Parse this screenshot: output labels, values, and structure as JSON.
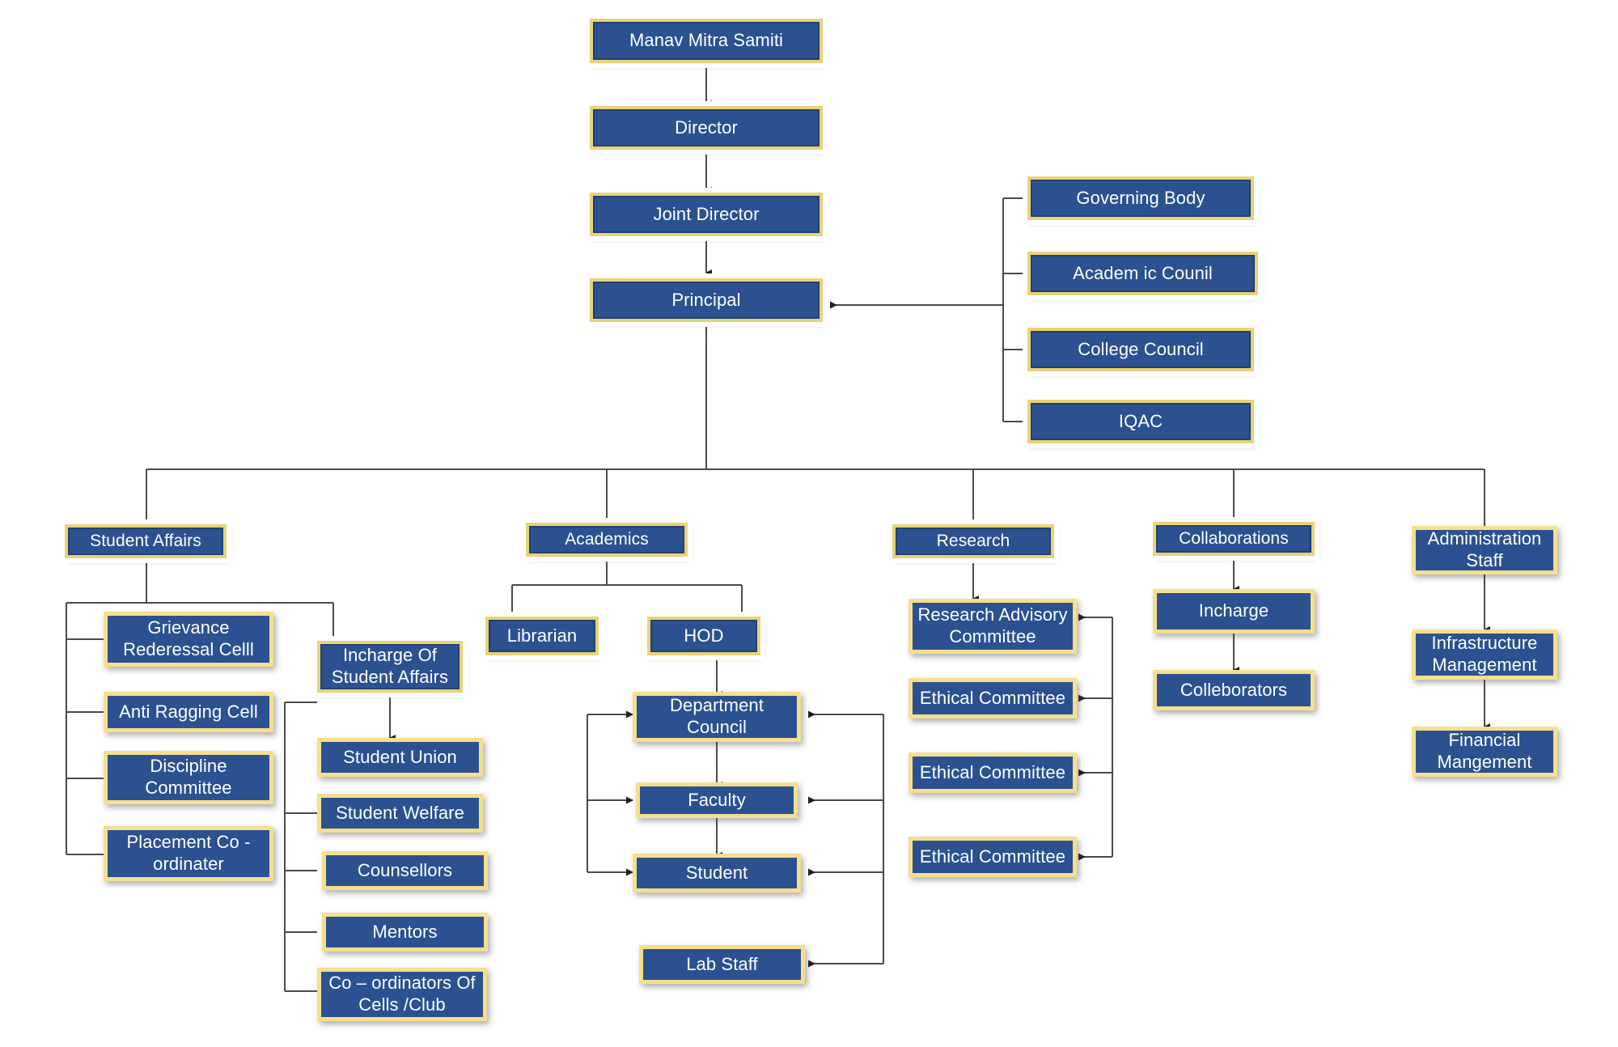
{
  "title": "Organizational Structure Chart",
  "colors": {
    "box_fill": "#2B5190",
    "box_border": "#F5DF8E",
    "box_text": "#FFFFFF",
    "connector": "#404040",
    "background": "#FFFFFF"
  },
  "nodes": {
    "manav_mitra_samiti": "Manav Mitra Samiti",
    "director": "Director",
    "joint_director": "Joint Director",
    "principal": "Principal",
    "governing_body": "Governing Body",
    "academic_counil": "Academ ic Counil",
    "college_council": "College Council",
    "iqac": "IQAC",
    "student_affairs": "Student Affairs",
    "academics": "Academics",
    "research": "Research",
    "collaborations": "Collaborations",
    "administration_staff": "Administration\nStaff",
    "grievance_rederessal_celll": "Grievance\nRederessal Celll",
    "anti_ragging_cell": "Anti Ragging Cell",
    "discipline_committee": "Discipline\nCommittee",
    "placement_coordinater": "Placement Co -\nordinater",
    "incharge_of_student_affairs": "Incharge Of\nStudent Affairs",
    "student_union": "Student Union",
    "student_welfare": "Student Welfare",
    "counsellors": "Counsellors",
    "mentors": "Mentors",
    "coordinators_of_cells_club": "Co – ordinators Of\nCells /Club",
    "librarian": "Librarian",
    "hod": "HOD",
    "department_council": "Department\nCouncil",
    "faculty": "Faculty",
    "student": "Student",
    "lab_staff": "Lab Staff",
    "research_advisory_committee": "Research Advisory\nCommittee",
    "ethical_committee_1": "Ethical Committee",
    "ethical_committee_2": "Ethical Committee",
    "ethical_committee_3": "Ethical Committee",
    "incharge": "Incharge",
    "colleborators": "Colleborators",
    "infrastructure_management": "Infrastructure\nManagement",
    "financial_mangement": "Financial\nMangement"
  },
  "chart_data": {
    "type": "diagram",
    "diagram_kind": "organization-chart",
    "title": "Organizational Structure Chart",
    "levels": [
      {
        "level": 1,
        "nodes": [
          "Manav Mitra Samiti"
        ]
      },
      {
        "level": 2,
        "nodes": [
          "Director"
        ]
      },
      {
        "level": 3,
        "nodes": [
          "Joint Director"
        ]
      },
      {
        "level": 4,
        "nodes": [
          "Principal"
        ]
      },
      {
        "level": 5,
        "nodes": [
          "Student Affairs",
          "Academics",
          "Research",
          "Collaborations",
          "Administration Staff"
        ]
      }
    ],
    "advisory_to_principal": [
      "Governing Body",
      "Academ ic Counil",
      "College Council",
      "IQAC"
    ],
    "edges": [
      {
        "from": "Manav Mitra Samiti",
        "to": "Director",
        "style": "arrow-down"
      },
      {
        "from": "Director",
        "to": "Joint Director",
        "style": "arrow-down"
      },
      {
        "from": "Joint Director",
        "to": "Principal",
        "style": "arrow-down"
      },
      {
        "from": "Governing Body",
        "to": "Principal",
        "style": "arrow-left"
      },
      {
        "from": "Academ ic Counil",
        "to": "Principal",
        "style": "arrow-left"
      },
      {
        "from": "College Council",
        "to": "Principal",
        "style": "arrow-left"
      },
      {
        "from": "IQAC",
        "to": "Principal",
        "style": "arrow-left"
      },
      {
        "from": "Principal",
        "to": "Student Affairs",
        "style": "bus"
      },
      {
        "from": "Principal",
        "to": "Academics",
        "style": "bus"
      },
      {
        "from": "Principal",
        "to": "Research",
        "style": "bus"
      },
      {
        "from": "Principal",
        "to": "Collaborations",
        "style": "bus"
      },
      {
        "from": "Principal",
        "to": "Administration Staff",
        "style": "bus"
      },
      {
        "from": "Student Affairs",
        "to": "Grievance Rederessal Celll",
        "style": "bracket"
      },
      {
        "from": "Student Affairs",
        "to": "Anti Ragging Cell",
        "style": "bracket"
      },
      {
        "from": "Student Affairs",
        "to": "Discipline Committee",
        "style": "bracket"
      },
      {
        "from": "Student Affairs",
        "to": "Placement Co - ordinater",
        "style": "bracket"
      },
      {
        "from": "Student Affairs",
        "to": "Incharge Of Student Affairs",
        "style": "arrow-down"
      },
      {
        "from": "Incharge Of Student Affairs",
        "to": "Student Union",
        "style": "arrow-down"
      },
      {
        "from": "Incharge Of Student Affairs",
        "to": "Student Welfare",
        "style": "bracket"
      },
      {
        "from": "Incharge Of Student Affairs",
        "to": "Counsellors",
        "style": "bracket"
      },
      {
        "from": "Incharge Of Student Affairs",
        "to": "Mentors",
        "style": "bracket"
      },
      {
        "from": "Incharge Of Student Affairs",
        "to": "Co – ordinators Of Cells /Club",
        "style": "bracket"
      },
      {
        "from": "Academics",
        "to": "Librarian",
        "style": "arrow-down"
      },
      {
        "from": "Academics",
        "to": "HOD",
        "style": "arrow-down"
      },
      {
        "from": "HOD",
        "to": "Department Council",
        "style": "arrow-down"
      },
      {
        "from": "Department Council",
        "to": "Faculty",
        "style": "arrow-down"
      },
      {
        "from": "Faculty",
        "to": "Student",
        "style": "arrow-down"
      },
      {
        "from": "Research",
        "to": "Research Advisory Committee",
        "style": "arrow-down"
      },
      {
        "from": "Research Advisory Committee",
        "to": "Department Council",
        "style": "arrow-left"
      },
      {
        "from": "Ethical Committee",
        "to": "Faculty",
        "style": "arrow-left"
      },
      {
        "from": "Ethical Committee",
        "to": "Student",
        "style": "arrow-left"
      },
      {
        "from": "Ethical Committee",
        "to": "Lab Staff",
        "style": "arrow-left"
      },
      {
        "from": "Collaborations",
        "to": "Incharge",
        "style": "arrow-down"
      },
      {
        "from": "Incharge",
        "to": "Colleborators",
        "style": "arrow-down"
      },
      {
        "from": "Administration Staff",
        "to": "Infrastructure Management",
        "style": "arrow-down"
      },
      {
        "from": "Infrastructure Management",
        "to": "Financial Mangement",
        "style": "arrow-down"
      }
    ]
  }
}
